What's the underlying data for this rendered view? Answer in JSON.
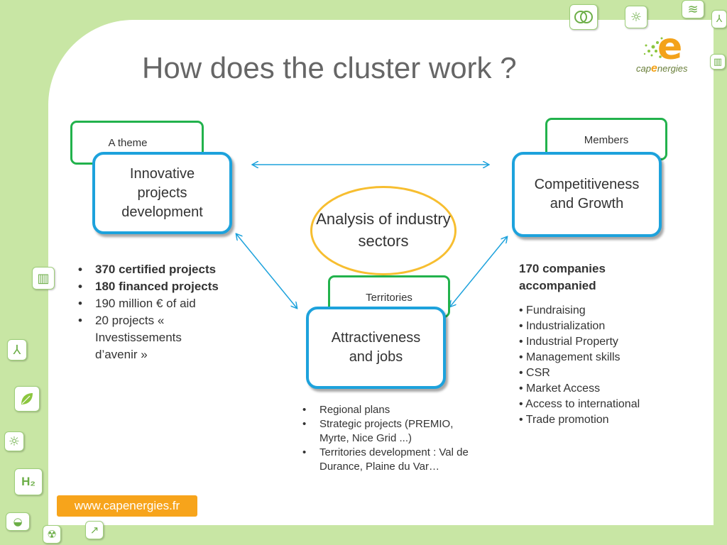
{
  "title": "How does the cluster work ?",
  "logo": {
    "text_left": "cap",
    "text_mid": "e",
    "text_right": "nergies",
    "mark": "e"
  },
  "tags": {
    "theme": "A theme",
    "members": "Members",
    "territories": "Territories"
  },
  "boxes": {
    "innovative": "Innovative projects development",
    "competitiveness": "Competitiveness and Growth",
    "attractiveness": "Attractiveness and jobs"
  },
  "center": {
    "ellipse": "Analysis of industry sectors"
  },
  "left_list": [
    "370 certified projects",
    "180 financed projects",
    "190 million € of aid",
    "20 projects « Investissements d’avenir »"
  ],
  "middle_list": [
    "Regional plans",
    "Strategic projects (PREMIO, Myrte, Nice Grid ...)",
    "Territories development  : Val de Durance, Plaine du Var…"
  ],
  "right_block": {
    "heading": "170 companies accompanied",
    "items": [
      "• Fundraising",
      "• Industrialization",
      "• Industrial Property",
      "• Management skills",
      "• CSR",
      "• Market Access",
      "• Access to international",
      "• Trade promotion"
    ]
  },
  "footer": {
    "url": "www.capenergies.fr"
  },
  "icons": {
    "top": [
      "rings-icon",
      "sun-icon",
      "waves-icon",
      "wind-turbine-icon"
    ],
    "left": [
      "building-icon",
      "wind-turbine-icon",
      "leaf-icon",
      "sun-icon",
      "hydrogen-icon",
      "car-icon",
      "nuclear-icon",
      "arrow-icon"
    ],
    "hydrogen_label": "H₂"
  },
  "colors": {
    "background": "#c8e6a4",
    "box_border": "#1da2dc",
    "tag_border": "#22b24c",
    "ellipse_border": "#f7be30",
    "url_bg": "#f7a41b"
  }
}
